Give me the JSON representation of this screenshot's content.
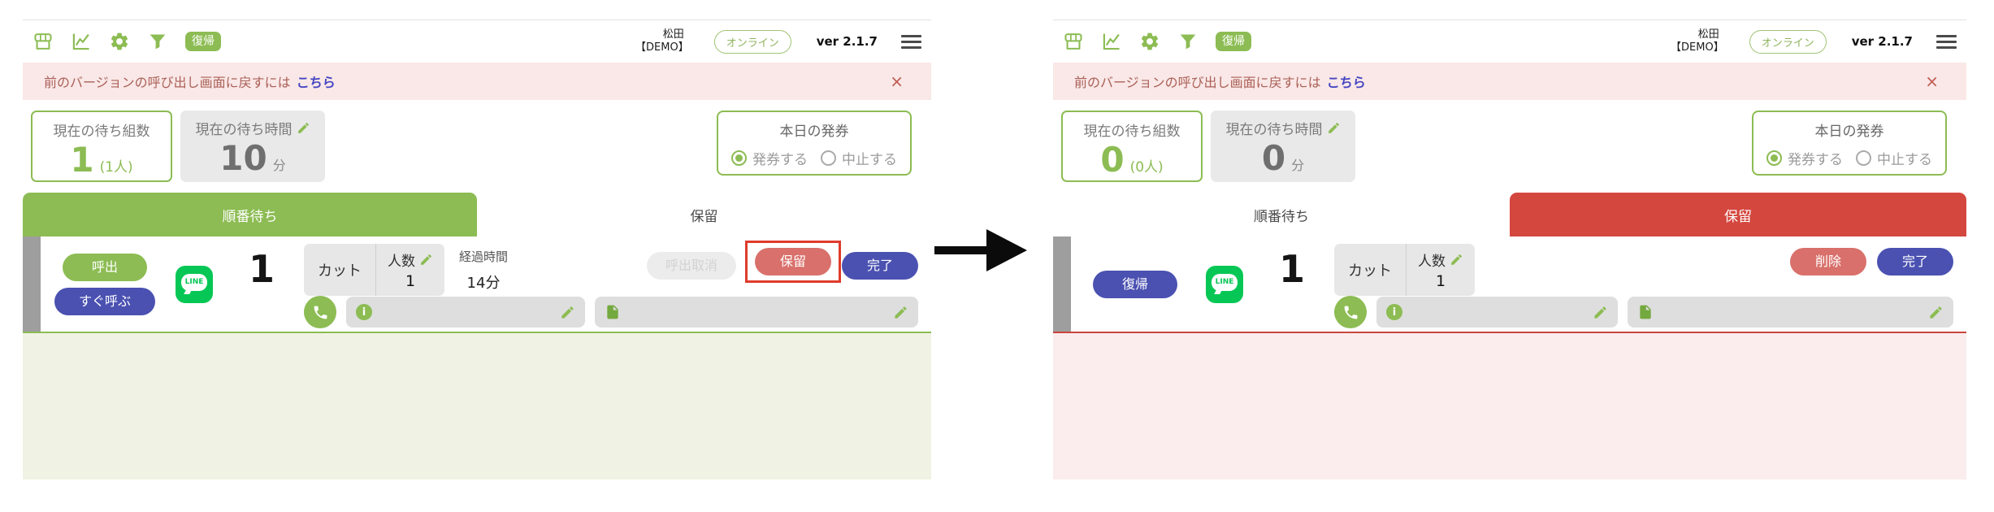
{
  "colors": {
    "accent_green": "#8CBC53",
    "accent_blue": "#4A51B1",
    "active_red_tab": "#D4473F",
    "salmon_button": "#D9706B",
    "line_green": "#06C755",
    "notice_bg": "#F9E8E7",
    "notice_text": "#AB6058",
    "link_blue": "#4646C3",
    "content_green_bg": "#F0F3E3",
    "content_pink_bg": "#FBEDED",
    "highlight_red": "#DF3B2B"
  },
  "glyphs": {
    "info": "i",
    "close": "×"
  },
  "icons": [
    "storefront-icon",
    "chart-icon",
    "gear-icon",
    "filter-icon",
    "hamburger-icon",
    "pencil-icon",
    "phone-icon",
    "info-icon",
    "document-icon",
    "line-icon",
    "close-icon"
  ],
  "panels": {
    "left": {
      "toolbar": {
        "restore_badge": "復帰",
        "user_line1": "松田",
        "user_line2": "【DEMO】",
        "online": "オンライン",
        "version": "ver 2.1.7"
      },
      "notice": {
        "message": "前のバージョンの呼び出し画面に戻すには",
        "link_label": "こちら"
      },
      "stats": {
        "groups_label": "現在の待ち組数",
        "groups_value": "1",
        "groups_sub": "(1人)",
        "time_label": "現在の待ち時間",
        "time_value": "10",
        "time_unit": "分",
        "ticket_title": "本日の発券",
        "ticket_issue": "発券する",
        "ticket_stop": "中止する",
        "ticket_selected": "発券する"
      },
      "tabs": {
        "waiting_label": "順番待ち",
        "hold_label": "保留",
        "active_tab": "順番待ち"
      },
      "row": {
        "queue_number": "1",
        "call_label": "呼出",
        "call_now_label": "すぐ呼ぶ",
        "line_label": "LINE",
        "cut_label": "カット",
        "people_label": "人数",
        "people_value": "1",
        "elapsed_label": "経過時間",
        "elapsed_value": "14分",
        "cancel_call_label": "呼出取消",
        "hold_label": "保留",
        "done_label": "完了"
      }
    },
    "right": {
      "toolbar": {
        "restore_badge": "復帰",
        "user_line1": "松田",
        "user_line2": "【DEMO】",
        "online": "オンライン",
        "version": "ver 2.1.7"
      },
      "notice": {
        "message": "前のバージョンの呼び出し画面に戻すには",
        "link_label": "こちら"
      },
      "stats": {
        "groups_label": "現在の待ち組数",
        "groups_value": "0",
        "groups_sub": "(0人)",
        "time_label": "現在の待ち時間",
        "time_value": "0",
        "time_unit": "分",
        "ticket_title": "本日の発券",
        "ticket_issue": "発券する",
        "ticket_stop": "中止する",
        "ticket_selected": "発券する"
      },
      "tabs": {
        "waiting_label": "順番待ち",
        "hold_label": "保留",
        "active_tab": "保留"
      },
      "row": {
        "queue_number": "1",
        "restore_label": "復帰",
        "line_label": "LINE",
        "cut_label": "カット",
        "people_label": "人数",
        "people_value": "1",
        "delete_label": "削除",
        "done_label": "完了"
      }
    }
  }
}
